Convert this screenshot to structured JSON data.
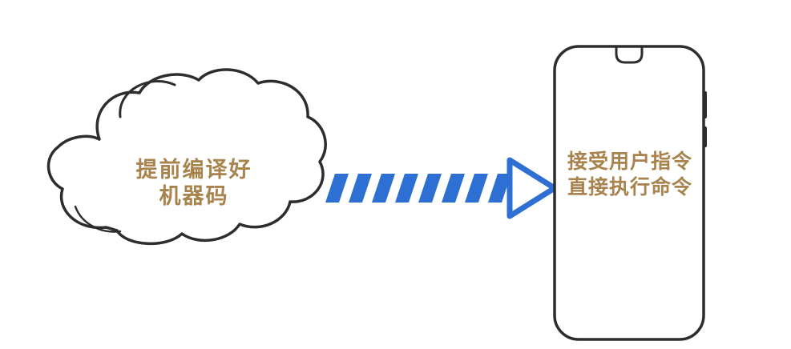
{
  "diagram": {
    "background_color": "#ffffff",
    "outline_color": "#2d2d2d",
    "text_color": "#a8834d",
    "cloud": {
      "line1": "提前编译好",
      "line2": "机器码"
    },
    "arrow": {
      "color": "#2e6fd4",
      "style": "diagonal-striped"
    },
    "phone": {
      "line1": "接受用户指令",
      "line2": "直接执行命令"
    }
  }
}
